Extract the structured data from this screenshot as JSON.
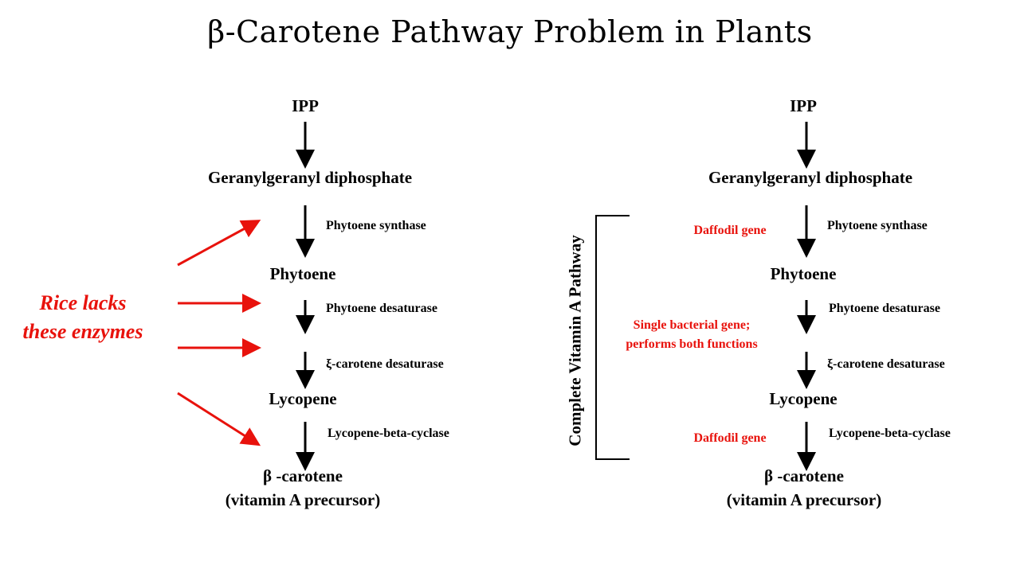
{
  "title": "β-Carotene Pathway Problem in Plants",
  "left": {
    "nodes": {
      "ipp": "IPP",
      "ggpp": "Geranylgeranyl diphosphate",
      "phytoene": "Phytoene",
      "lycopene": "Lycopene",
      "carotene": "β -carotene",
      "carotene_sub": "(vitamin A precursor)"
    },
    "enzymes": {
      "phytoene_synthase": "Phytoene synthase",
      "phytoene_desaturase": "Phytoene desaturase",
      "zeta_desaturase": "ξ-carotene desaturase",
      "lycopene_cyclase": "Lycopene-beta-cyclase"
    },
    "callout_line1": "Rice lacks",
    "callout_line2": "these enzymes"
  },
  "right": {
    "nodes": {
      "ipp": "IPP",
      "ggpp": "Geranylgeranyl diphosphate",
      "phytoene": "Phytoene",
      "lycopene": "Lycopene",
      "carotene": "β -carotene",
      "carotene_sub": "(vitamin A precursor)"
    },
    "enzymes": {
      "phytoene_synthase": "Phytoene synthase",
      "phytoene_desaturase": "Phytoene desaturase",
      "zeta_desaturase": "ξ-carotene desaturase",
      "lycopene_cyclase": "Lycopene-beta-cyclase"
    },
    "daffodil_top": "Daffodil gene",
    "bacterial_line1": "Single bacterial gene;",
    "bacterial_line2": "performs both functions",
    "daffodil_bottom": "Daffodil gene",
    "bracket_label": "Complete Vitamin A Pathway"
  },
  "colors": {
    "highlight": "#e8120c",
    "text": "#000000"
  }
}
